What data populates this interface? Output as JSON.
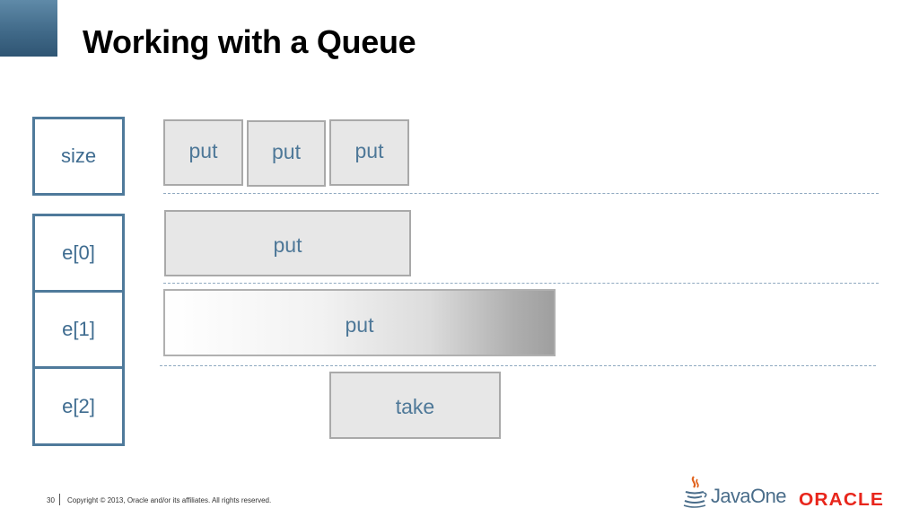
{
  "slide": {
    "title": "Working with a Queue"
  },
  "queue_cells": [
    "size",
    "e[0]",
    "e[1]",
    "e[2]"
  ],
  "operations": {
    "row1": [
      "put",
      "put",
      "put"
    ],
    "row2": "put",
    "row3": "put",
    "row4": "take"
  },
  "footer": {
    "page_number": "30",
    "copyright": "Copyright © 2013, Oracle and/or its affiliates. All rights reserved."
  },
  "logos": {
    "javaone": "JavaOne",
    "oracle": "ORACLE"
  },
  "colors": {
    "cell_border": "#4f7a9b",
    "cell_text": "#3f6c90",
    "op_fill": "#e7e7e7",
    "op_border": "#a9a9a9",
    "divider": "#8fa9c0",
    "corner_block": "#416a89",
    "oracle_red": "#e8261c"
  }
}
